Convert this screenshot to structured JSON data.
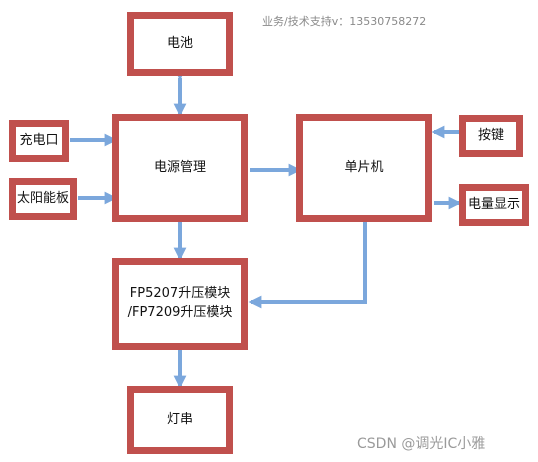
{
  "diagram": {
    "nodes": {
      "battery": "电池",
      "power_mgmt": "电源管理",
      "mcu": "单片机",
      "charge_port": "充电口",
      "solar_panel": "太阳能板",
      "button": "按键",
      "battery_display": "电量显示",
      "boost_module": "FP5207升压模块\n/FP7209升压模块",
      "light_string": "灯串"
    },
    "contact_note": "业务/技术支持v：13530758272",
    "watermark": "CSDN @调光IC小雅",
    "colors": {
      "node_border": "#c0504d",
      "arrow": "#7ba7dc"
    }
  }
}
